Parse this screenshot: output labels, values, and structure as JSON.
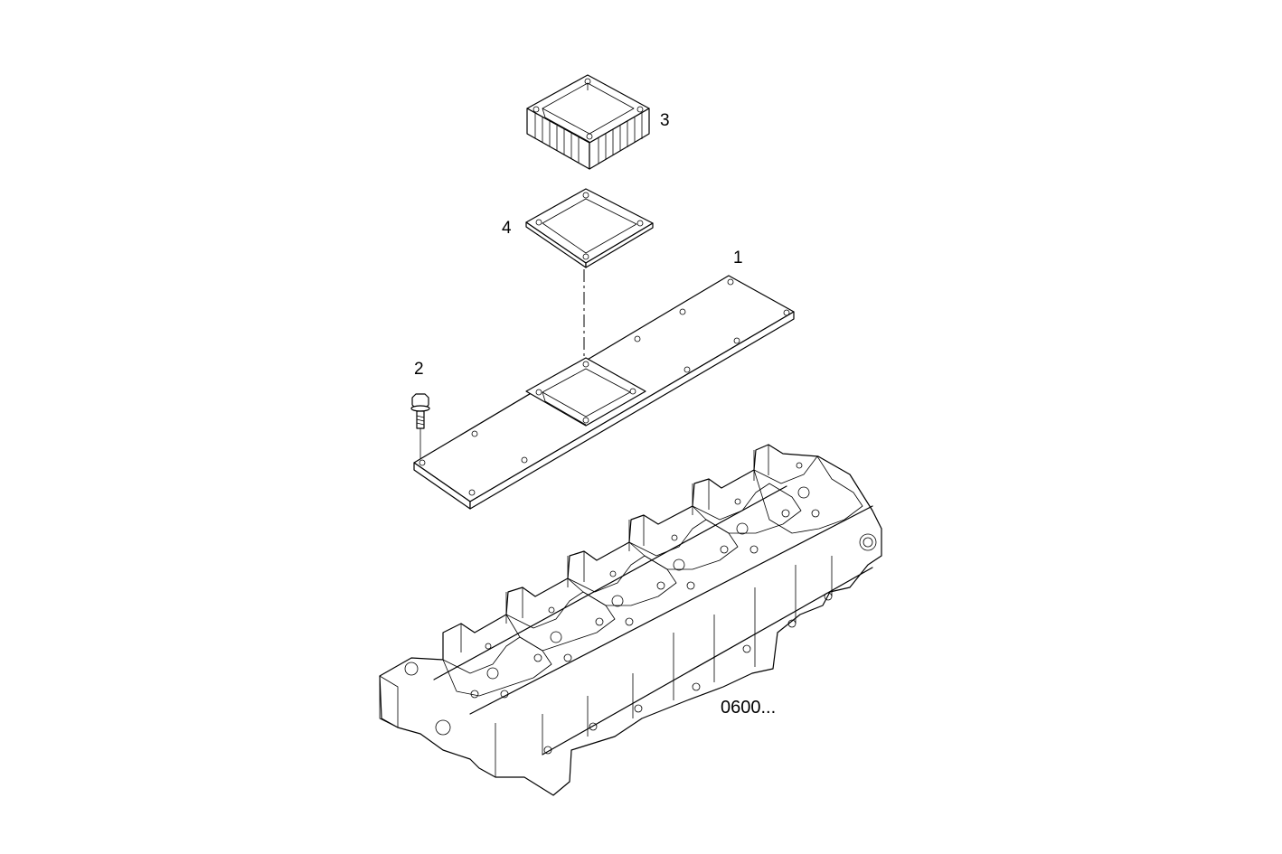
{
  "callouts": {
    "part_1": "1",
    "part_2": "2",
    "part_3": "3",
    "part_4": "4"
  },
  "drawing_code": "0600...",
  "colors": {
    "line": "#000000",
    "background": "#ffffff"
  }
}
